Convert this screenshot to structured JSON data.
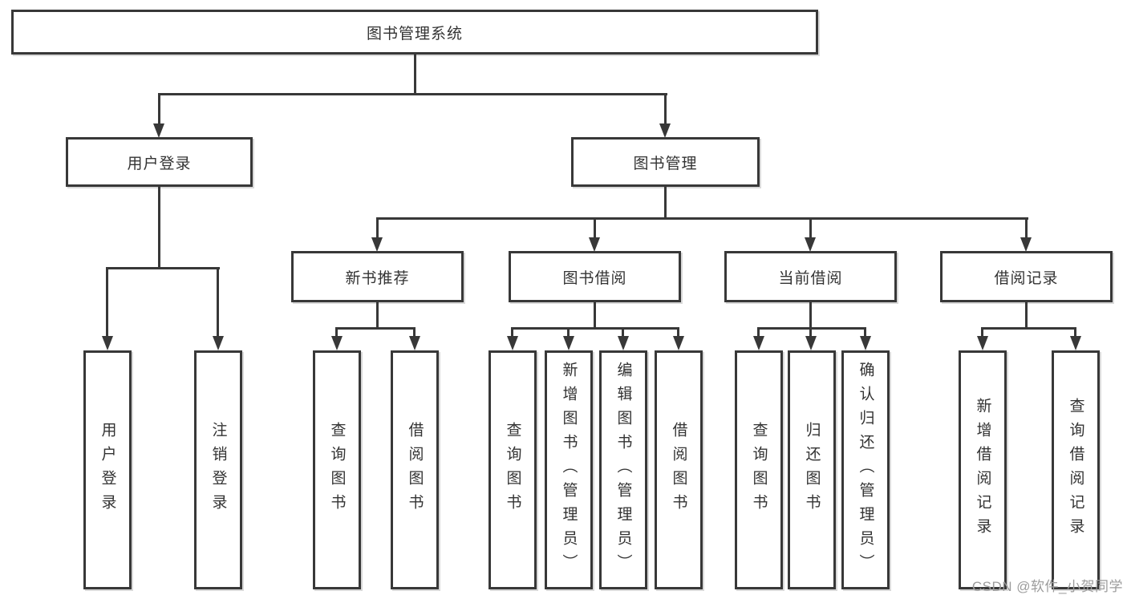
{
  "tree": {
    "label": "图书管理系统",
    "children": [
      {
        "label": "用户登录",
        "children": [
          {
            "label": "用户登录"
          },
          {
            "label": "注销登录"
          }
        ]
      },
      {
        "label": "图书管理",
        "children": [
          {
            "label": "新书推荐",
            "children": [
              {
                "label": "查询图书"
              },
              {
                "label": "借阅图书"
              }
            ]
          },
          {
            "label": "图书借阅",
            "children": [
              {
                "label": "查询图书"
              },
              {
                "label": "新增图书（管理员）"
              },
              {
                "label": "编辑图书（管理员）"
              },
              {
                "label": "借阅图书"
              }
            ]
          },
          {
            "label": "当前借阅",
            "children": [
              {
                "label": "查询图书"
              },
              {
                "label": "归还图书"
              },
              {
                "label": "确认归还（管理员）"
              }
            ]
          },
          {
            "label": "借阅记录",
            "children": [
              {
                "label": "新增借阅记录"
              },
              {
                "label": "查询借阅记录"
              }
            ]
          }
        ]
      }
    ]
  },
  "watermark": {
    "text": "CSDN @软件_小贺同学"
  },
  "colors": {
    "line": "#383838",
    "text": "#333333",
    "box_background": "#ffffff",
    "watermark": "#9c9c9c"
  }
}
